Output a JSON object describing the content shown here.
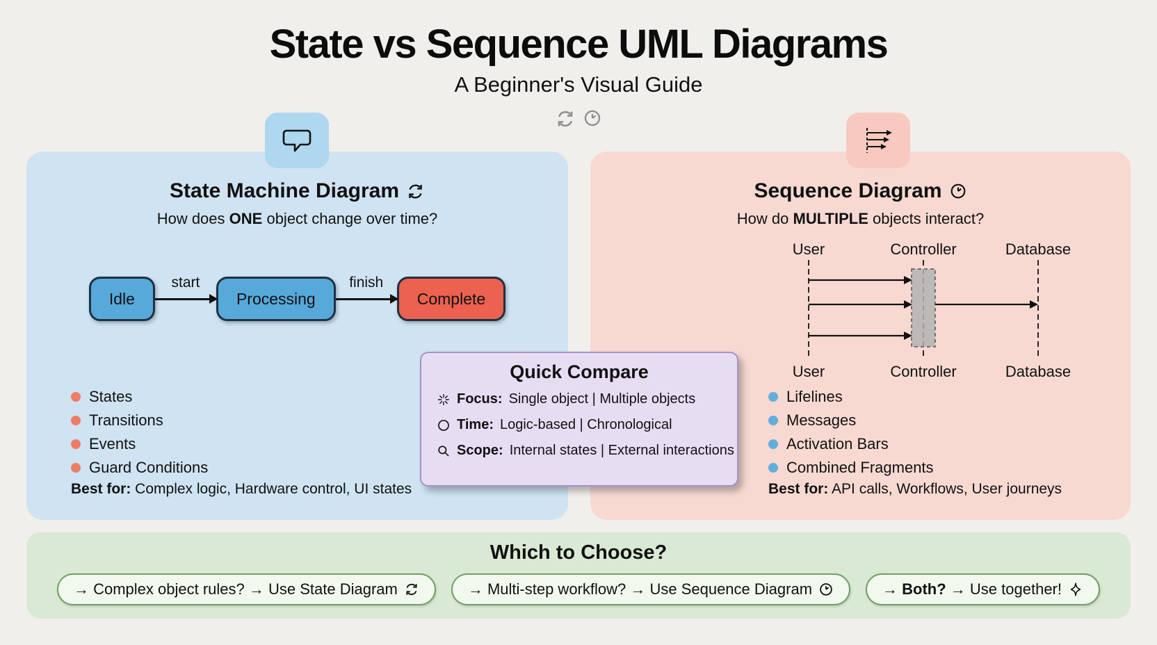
{
  "header": {
    "title": "State vs Sequence UML Diagrams",
    "subtitle": "A Beginner's Visual Guide"
  },
  "left_panel": {
    "heading": "State Machine Diagram",
    "question": {
      "pre": "How does ",
      "bold": "ONE",
      "post": " object change over time?"
    },
    "flow": {
      "states": [
        {
          "label": "Idle",
          "color": "#57a9da"
        },
        {
          "label": "Processing",
          "color": "#57a9da"
        },
        {
          "label": "Complete",
          "color": "#ec6150"
        }
      ],
      "transitions": [
        {
          "label": "start"
        },
        {
          "label": "finish"
        }
      ]
    },
    "bullets": [
      {
        "label": "States"
      },
      {
        "label": "Transitions"
      },
      {
        "label": "Events"
      },
      {
        "label": "Guard Conditions"
      }
    ],
    "best_for": {
      "label": "Best for:",
      "text": " Complex logic, Hardware control, UI states"
    }
  },
  "right_panel": {
    "heading": "Sequence Diagram",
    "question": {
      "pre": "How do ",
      "bold": "MULTIPLE",
      "post": " objects interact?"
    },
    "lifelines": [
      {
        "label": "User"
      },
      {
        "label": "Controller"
      },
      {
        "label": "Database"
      }
    ],
    "bullets": [
      {
        "label": "Lifelines"
      },
      {
        "label": "Messages"
      },
      {
        "label": "Activation Bars"
      },
      {
        "label": "Combined Fragments"
      }
    ],
    "best_for": {
      "label": "Best for:",
      "text": " API calls, Workflows, User journeys"
    }
  },
  "quick_compare": {
    "title": "Quick Compare",
    "rows": [
      {
        "icon": "spark-icon",
        "label": "Focus:",
        "text": " Single object | Multiple objects"
      },
      {
        "icon": "circle-icon",
        "label": "Time:",
        "text": " Logic-based | Chronological"
      },
      {
        "icon": "magnifier-icon",
        "label": "Scope:",
        "text": " Internal states | External interactions"
      }
    ]
  },
  "footer": {
    "title": "Which to Choose?",
    "pills": [
      {
        "pre": "→ Complex object rules? → Use State Diagram",
        "bold": "",
        "post": "",
        "icon": "cycle-icon"
      },
      {
        "pre": "→ Multi-step workflow? → Use Sequence Diagram",
        "bold": "",
        "post": "",
        "icon": "clock-icon"
      },
      {
        "pre": "→ ",
        "bold": "Both?",
        "post": " → Use together!",
        "icon": "sparkle-icon"
      }
    ]
  },
  "colors": {
    "page_bg": "#f1efeb",
    "left_panel_bg": "#cfe3f2",
    "left_tab_bg": "#aed7f0",
    "right_panel_bg": "#f7d9d2",
    "right_tab_bg": "#f8c9bf",
    "state_blue": "#57a9da",
    "state_red": "#ec6150",
    "left_bullet_dot": "#ee7d66",
    "right_bullet_dot": "#63aedd",
    "compare_bg": "#e7ddf3",
    "compare_border": "#a392c6",
    "footer_bg": "#d9e9d4",
    "pill_bg": "#f1f8ee",
    "pill_border": "#70a065"
  }
}
